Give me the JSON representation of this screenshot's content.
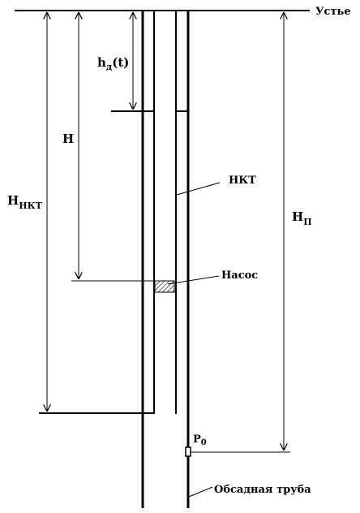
{
  "labels": {
    "wellhead": "Устье",
    "h_d_main": "h",
    "h_d_sub": "д",
    "h_d_arg": "(t)",
    "H": "H",
    "H_nkt_main": "H",
    "H_nkt_sub": "НКТ",
    "H_p_main": "H",
    "H_p_sub": "П",
    "tubing": "НКТ",
    "pump": "Насос",
    "P0_main": "P",
    "P0_sub": "0",
    "casing": "Обсадная труба"
  }
}
